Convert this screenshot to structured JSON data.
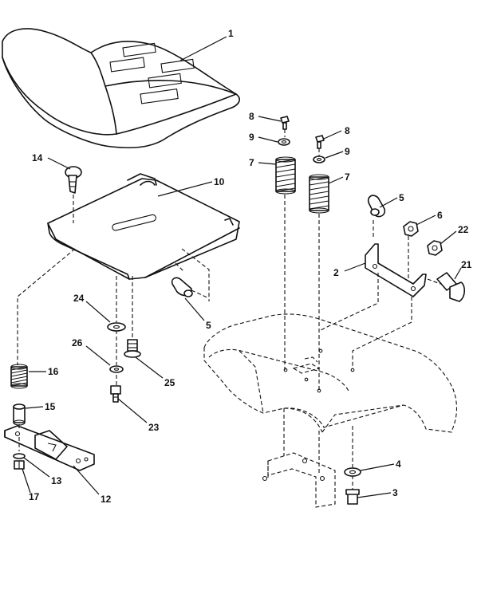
{
  "callouts": {
    "seat": "1",
    "seat_pan": "10",
    "knob": "14",
    "washer_24": "24",
    "clip_5_left": "5",
    "washer_26": "26",
    "bolt_25": "25",
    "spring_16": "16",
    "bushing_15": "15",
    "bolt_23": "23",
    "plate_12": "12",
    "washer_13": "13",
    "nut_17": "17",
    "bolt_8_left": "8",
    "washer_9_left": "9",
    "spring_7_left": "7",
    "bolt_8_right": "8",
    "washer_9_right": "9",
    "spring_7_right": "7",
    "clip_5_right": "5",
    "nut_6": "6",
    "bracket_2": "2",
    "nut_22": "22",
    "bolt_21": "21",
    "washer_4": "4",
    "bolt_3": "3"
  }
}
